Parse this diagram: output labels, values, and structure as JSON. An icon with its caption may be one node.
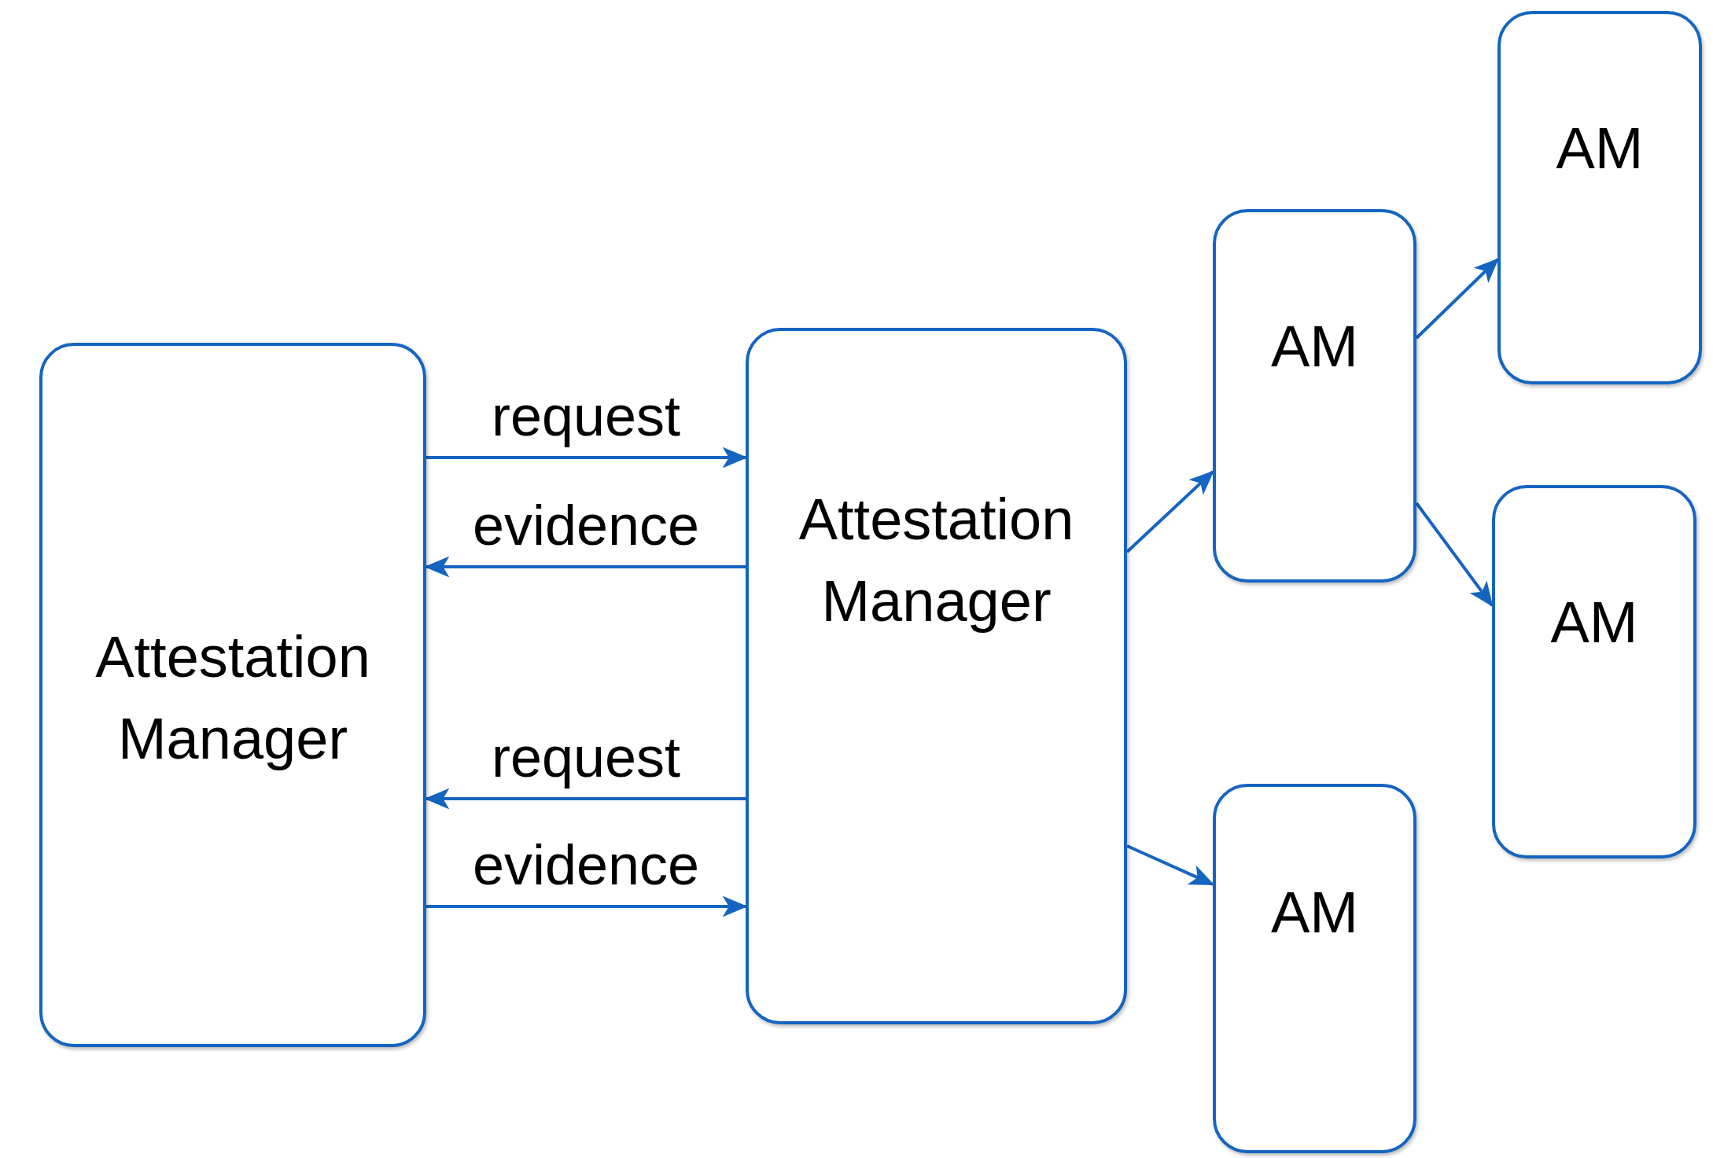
{
  "diagram": {
    "nodes": [
      {
        "text": [
          "Attestation Manager"
        ]
      },
      {
        "text": [
          "Attestation Manager"
        ]
      },
      {
        "text": [
          "AM"
        ]
      },
      {
        "text": [
          "AM"
        ]
      },
      {
        "text": [
          "AM"
        ]
      },
      {
        "text": [
          "AM"
        ]
      }
    ],
    "edges": [
      {
        "from": 0,
        "to": 1,
        "arrow": "to",
        "label": "request"
      },
      {
        "from": 1,
        "to": 0,
        "arrow": "to",
        "label": "evidence"
      },
      {
        "from": 1,
        "to": 0,
        "arrow": "to",
        "label": "request"
      },
      {
        "from": 0,
        "to": 1,
        "arrow": "to",
        "label": "evidence"
      },
      {
        "from": 1,
        "to": 2,
        "arrow": "to"
      },
      {
        "from": 1,
        "to": 5,
        "arrow": "to"
      },
      {
        "from": 2,
        "to": 3,
        "arrow": "to"
      },
      {
        "from": 2,
        "to": 4,
        "arrow": "to"
      }
    ]
  }
}
